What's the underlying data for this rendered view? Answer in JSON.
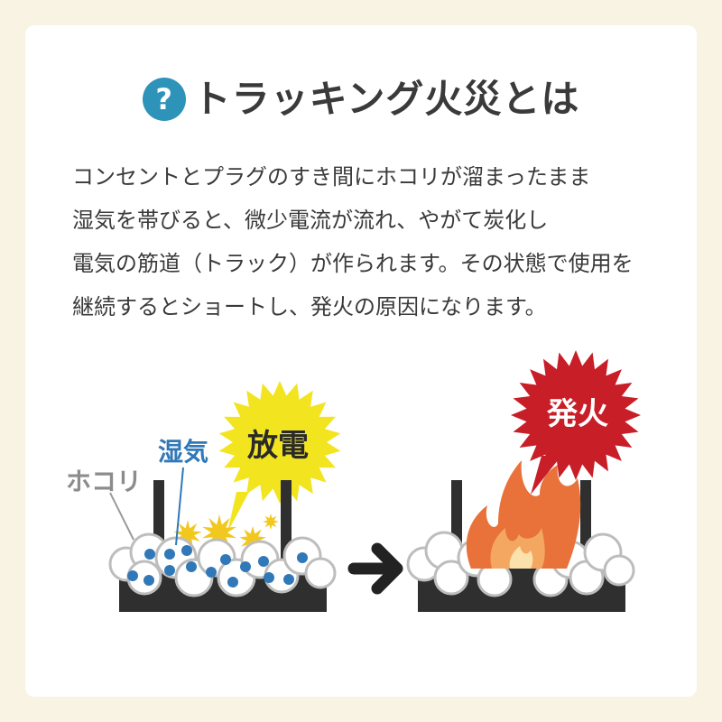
{
  "title": "トラッキング火災とは",
  "badge": "?",
  "description": [
    "コンセントとプラグのすき間にホコリが溜まったまま",
    "湿気を帯びると、微少電流が流れ、やがて炭化し",
    "電気の筋道（トラック）が作られます。その状態で使用を",
    "継続するとショートし、発火の原因になります。"
  ],
  "labels": {
    "dust": "ホコリ",
    "moisture": "湿気",
    "discharge": "放電",
    "ignition": "発火"
  },
  "colors": {
    "background": "#f8f3e3",
    "badge": "#2e93b8",
    "moisture": "#3178b8",
    "dust_text": "#8c8c8c",
    "spark": "#f2e41f",
    "burst_red": "#c81e28",
    "flame": "#e8723a",
    "outlet": "#2f2f2f"
  }
}
